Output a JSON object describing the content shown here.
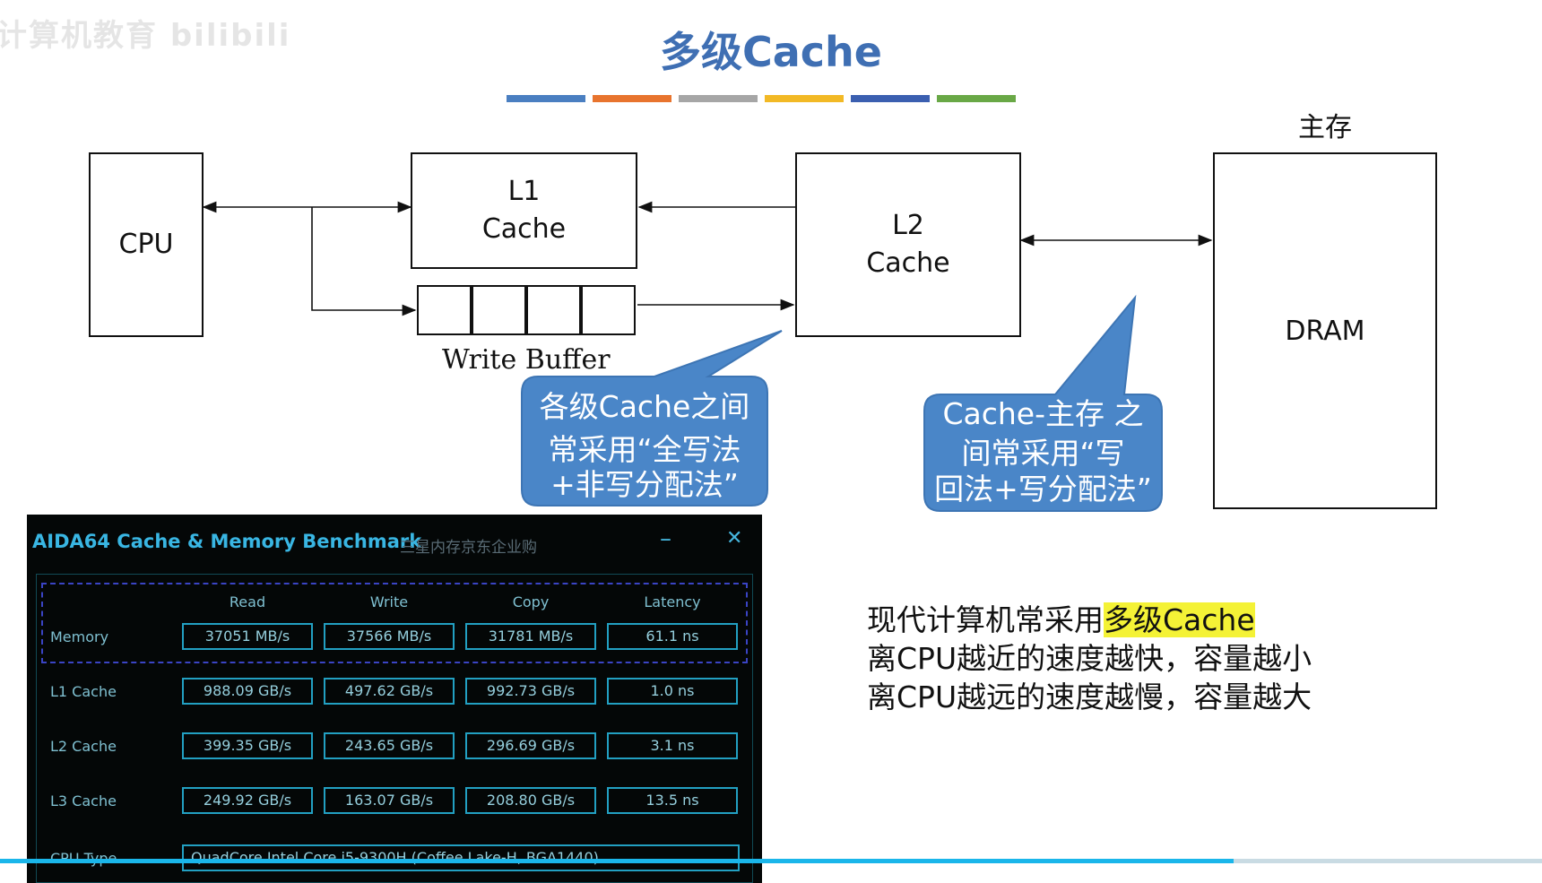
{
  "player": {
    "watermark": "计算机教育 bilibili",
    "progress": 0.8
  },
  "slide": {
    "title": "多级Cache",
    "title_bar_colors": [
      "#4a7fc1",
      "#e8742e",
      "#a6a6a6",
      "#f2b925",
      "#3b5fb0",
      "#69a846"
    ],
    "cpu_label": "CPU",
    "l1_label": [
      "L1",
      "Cache"
    ],
    "l2_label": [
      "L2",
      "Cache"
    ],
    "write_buffer_label": "Write Buffer",
    "main_memory_label": "主存",
    "dram_label": "DRAM",
    "bubble_left": [
      "各级Cache之间",
      "常采用“全写法",
      "+非写分配法”"
    ],
    "bubble_right": [
      "Cache-主存 之",
      "间常采用“写",
      "回法+写分配法”"
    ],
    "note": {
      "line1_prefix": "现代计算机常采用",
      "line1_highlight": "多级Cache",
      "line2": "离CPU越近的速度越快，容量越小",
      "line3": "离CPU越远的速度越慢，容量越大"
    },
    "colors": {
      "title": "#3f6fb3",
      "bubble": "#4a86c8",
      "annotation": "#e41e1e",
      "highlight": "#f4f236"
    }
  },
  "aida": {
    "title": "AIDA64 Cache & Memory Benchmark",
    "subtitle": "三星内存京东企业购",
    "minimize": "–",
    "close": "✕",
    "columns": [
      "Read",
      "Write",
      "Copy",
      "Latency"
    ],
    "rows": [
      {
        "label": "Memory",
        "values": [
          "37051 MB/s",
          "37566 MB/s",
          "31781 MB/s",
          "61.1 ns"
        ]
      },
      {
        "label": "L1 Cache",
        "values": [
          "988.09 GB/s",
          "497.62 GB/s",
          "992.73 GB/s",
          "1.0 ns"
        ]
      },
      {
        "label": "L2 Cache",
        "values": [
          "399.35 GB/s",
          "243.65 GB/s",
          "296.69 GB/s",
          "3.1 ns"
        ]
      },
      {
        "label": "L3 Cache",
        "values": [
          "249.92 GB/s",
          "163.07 GB/s",
          "208.80 GB/s",
          "13.5 ns"
        ]
      }
    ],
    "cpu_type_label": "CPU Type",
    "cpu_type_value": "QuadCore Intel Core i5-9300H (Coffee Lake-H, BGA1440)"
  }
}
